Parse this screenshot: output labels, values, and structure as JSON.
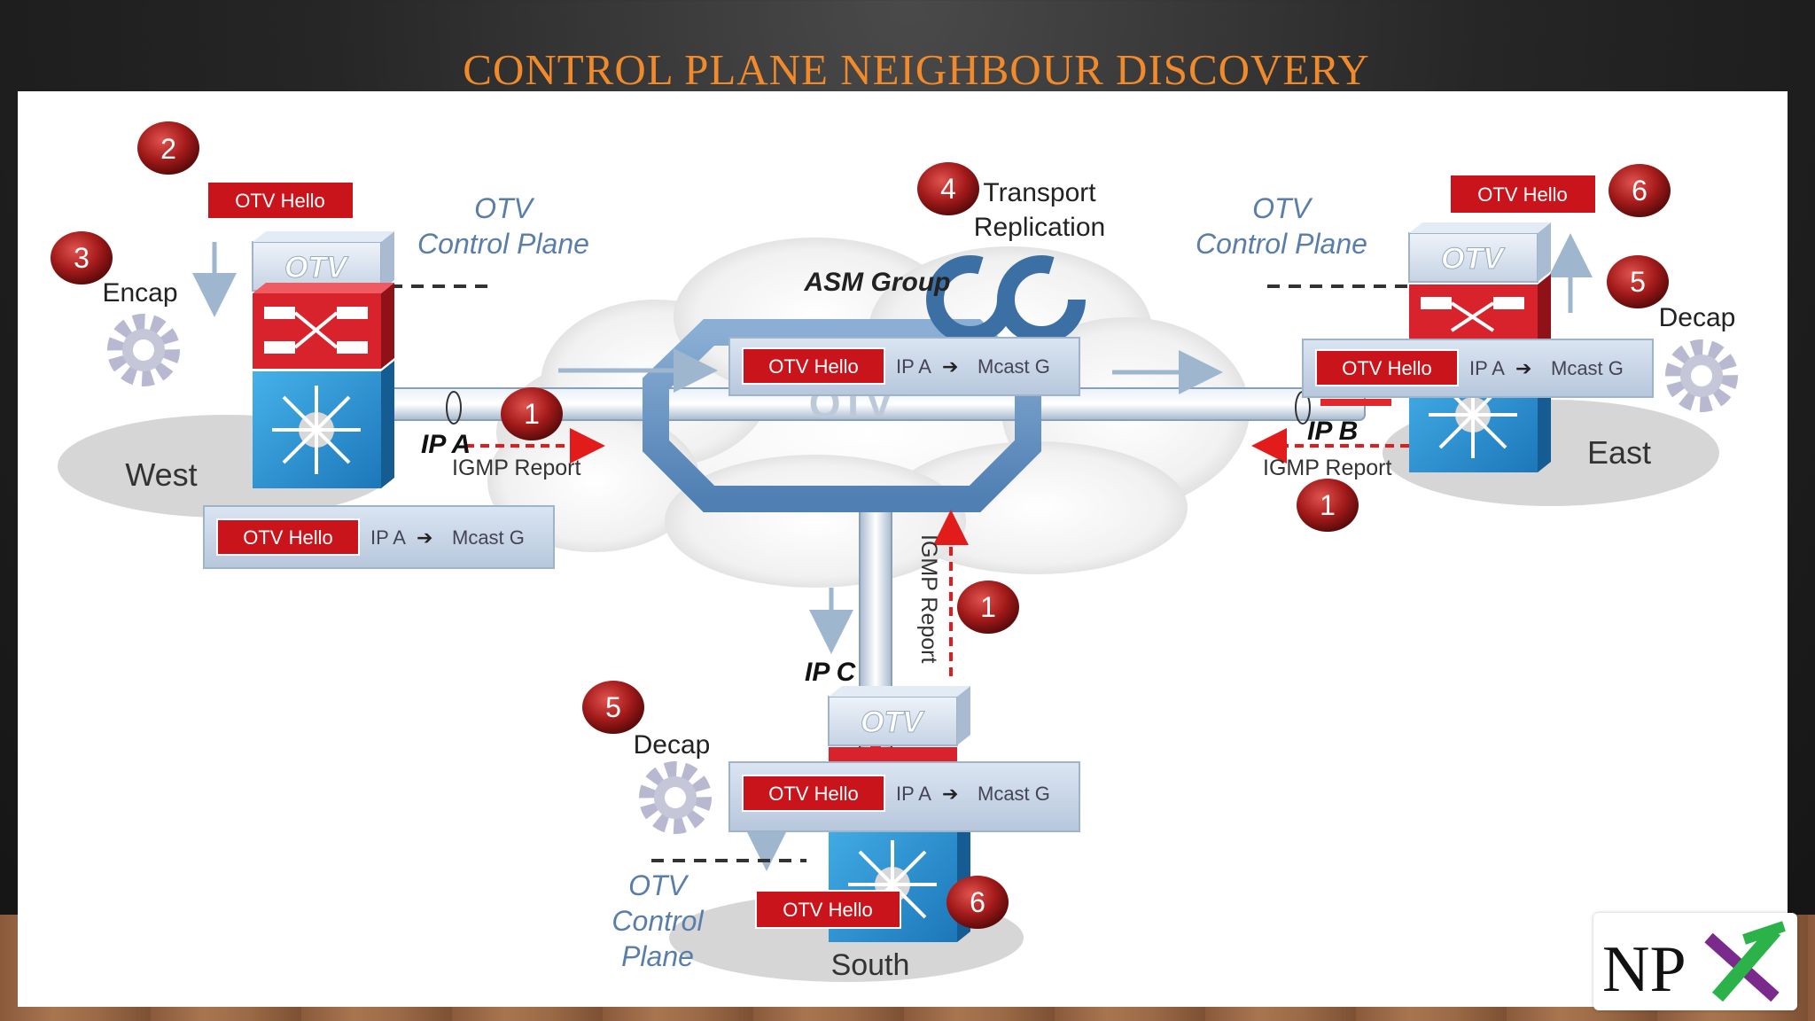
{
  "title": "CONTROL PLANE NEIGHBOUR DISCOVERY",
  "colors": {
    "title": "#f08a2a",
    "accent_red": "#c8141a",
    "badge": "#a31a1a",
    "switch_blue": "#2f9ad8"
  },
  "sites": {
    "west": "West",
    "east": "East",
    "south": "South"
  },
  "badges": {
    "b1": "1",
    "b2": "2",
    "b3": "3",
    "b4": "4",
    "b5": "5",
    "b6": "6"
  },
  "labels": {
    "otv": "OTV",
    "hello": "OTV Hello",
    "flow_ip": "IP A",
    "flow_arrow": "➔",
    "flow_dst": "Mcast G",
    "control_line1": "OTV",
    "control_line2": "Control Plane",
    "south_control_1": "OTV",
    "south_control_2": "Control",
    "south_control_3": "Plane",
    "encap": "Encap",
    "decap": "Decap",
    "transport_1": "Transport",
    "transport_2": "Replication",
    "asm_group": "ASM Group",
    "ip_a": "IP A",
    "ip_b": "IP B",
    "ip_c": "IP C",
    "igmp_report": "IGMP Report"
  },
  "logo": {
    "text": "NP",
    "mark": "X",
    "icon": "npx-logo"
  }
}
